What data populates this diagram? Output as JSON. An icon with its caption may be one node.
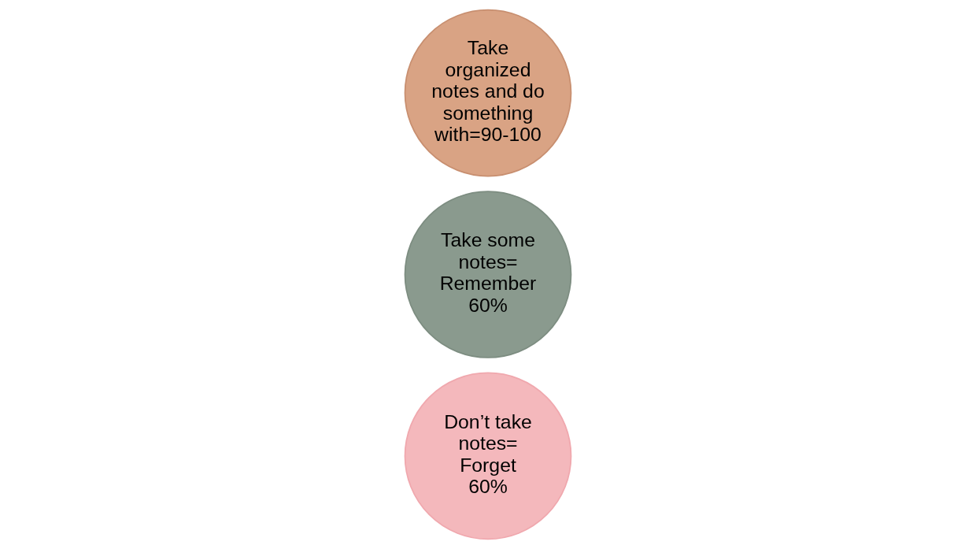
{
  "diagram": {
    "nodes": [
      {
        "text": [
          "Don’t take notes=",
          "Forget",
          "60%"
        ]
      },
      {
        "text": [
          "Take some notes=",
          "Remember",
          "60%"
        ]
      },
      {
        "text": [
          "Take organized notes and do something with=90-100"
        ]
      }
    ],
    "edges": []
  }
}
